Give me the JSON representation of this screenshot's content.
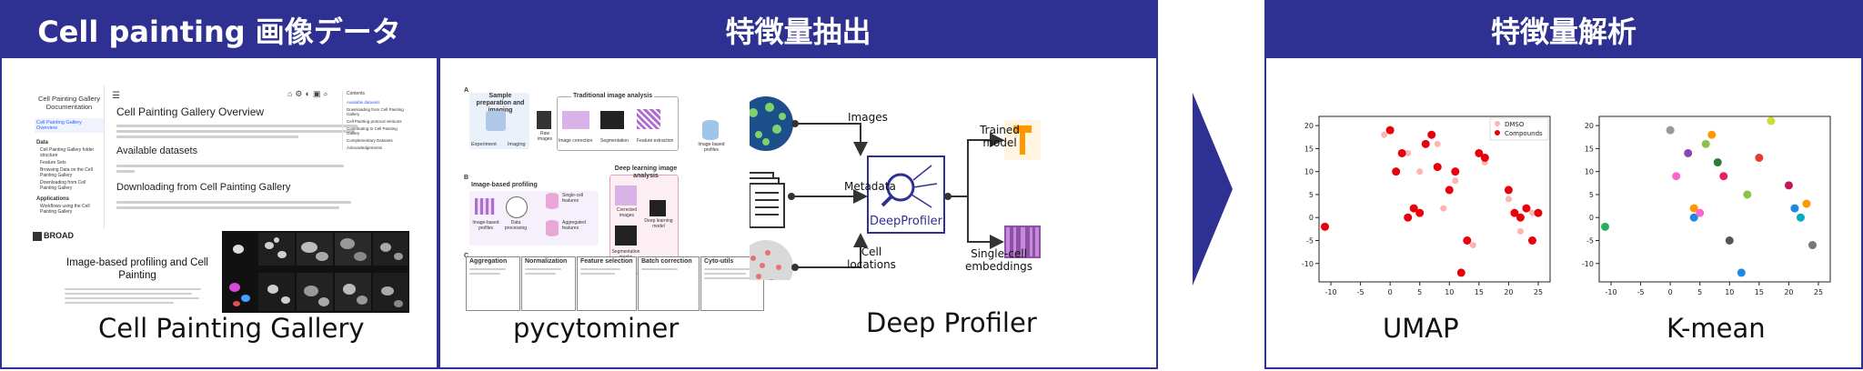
{
  "panel1": {
    "header": "Cell painting 画像データ",
    "caption": "Cell Painting Gallery",
    "doc": {
      "sidebar_title": "Cell Painting Gallery Documentation",
      "sidebar_active": "Cell Painting Gallery Overview",
      "sidebar_section1": "Data",
      "sidebar_items": [
        "Cell Painting Gallery folder structure",
        "Feature Sets",
        "Browsing Data on the Cell Painting Gallery",
        "Downloading from Cell Painting Gallery"
      ],
      "sidebar_section2": "Applications",
      "sidebar_items2": [
        "Workflows using the Cell Painting Gallery"
      ],
      "title": "Cell Painting Gallery Overview",
      "h2a": "Available datasets",
      "h2b": "Downloading from Cell Painting Gallery",
      "toc_label": "Contents",
      "toc_items": [
        "Available datasets",
        "Downloading from Cell Painting Gallery",
        "Cell Painting protocol versions",
        "Contributing to Cell Painting Gallery",
        "Complementary Datasets",
        "Acknowledgements"
      ]
    },
    "poster": {
      "logo": "BROAD",
      "title": "Image-based profiling and Cell Painting"
    }
  },
  "panel2": {
    "header": "特徴量抽出",
    "caption_left": "pycytominer",
    "caption_right": "Deep Profiler",
    "fig": {
      "labelA": "A",
      "labelB": "B",
      "labelC": "C",
      "sample_prep": "Sample preparation and imaging",
      "traditional": "Traditional image analysis",
      "experiment": "Experiment",
      "imaging": "Imaging",
      "raw_images": "Raw images",
      "image_correction": "Image correction",
      "segmentation": "Segmentation",
      "feature_extraction": "Feature extraction",
      "image_based_profiles": "Image-based profiles",
      "deep_learning": "Deep learning image analysis",
      "corrected_images": "Corrected images",
      "segmentation_masks": "Segmentation masks",
      "deep_model": "Deep learning model",
      "ibp_title": "Image-based profiling",
      "single_cell_features": "Single-cell features",
      "aggregated_features": "Aggregated features",
      "image_based_profiles2": "Image-based profiles",
      "data_processing": "Data processing",
      "boxes": [
        "Aggregation",
        "Normalization",
        "Feature selection",
        "Batch correction",
        "Cyto-utils"
      ]
    },
    "dp": {
      "images": "Images",
      "metadata": "Metadata",
      "cell_locations": "Cell locations",
      "logo": "DeepProfiler",
      "trained_model": "Trained model",
      "embeddings": "Single-cell embeddings"
    }
  },
  "panel3": {
    "header": "特徴量解析",
    "caption_left": "UMAP",
    "caption_right": "K-mean",
    "legend": [
      "DMSO",
      "Compounds"
    ],
    "x_ticks": [
      "-10",
      "-5",
      "0",
      "5",
      "10",
      "15",
      "20",
      "25"
    ],
    "y_ticks": [
      "-10",
      "-5",
      "0",
      "5",
      "10",
      "15",
      "20"
    ]
  },
  "colors": {
    "header_bg": "#2e3192",
    "dmso": "#ffb3b3",
    "compounds": "#e8000b"
  },
  "chart_data": [
    {
      "type": "scatter",
      "xlim": [
        -12,
        27
      ],
      "ylim": [
        -14,
        22
      ],
      "legend": "top-right",
      "series": [
        {
          "name": "DMSO",
          "x": [
            -1,
            3,
            5,
            8,
            9,
            11,
            14,
            16,
            20,
            22,
            24
          ],
          "y": [
            18,
            14,
            10,
            16,
            2,
            8,
            -6,
            12,
            4,
            -3,
            1
          ]
        },
        {
          "name": "Compounds",
          "x": [
            0,
            1,
            2,
            3,
            4,
            5,
            6,
            7,
            8,
            10,
            11,
            12,
            13,
            15,
            16,
            20,
            21,
            22,
            23,
            24,
            25,
            -11
          ],
          "y": [
            19,
            10,
            14,
            0,
            2,
            1,
            16,
            18,
            11,
            6,
            10,
            -12,
            -5,
            14,
            13,
            6,
            1,
            0,
            2,
            -5,
            1,
            -2
          ]
        }
      ]
    },
    {
      "type": "scatter",
      "xlim": [
        -12,
        27
      ],
      "ylim": [
        -14,
        22
      ],
      "series": [
        {
          "name": "",
          "x": [
            -11,
            0,
            1,
            3,
            4,
            4,
            5,
            6,
            7,
            8,
            9,
            10,
            12,
            13,
            15,
            17,
            20,
            21,
            22,
            23,
            24
          ],
          "y": [
            -2,
            19,
            9,
            14,
            2,
            0,
            1,
            16,
            18,
            12,
            9,
            -5,
            -12,
            5,
            13,
            21,
            7,
            2,
            0,
            3,
            -6
          ]
        }
      ]
    }
  ]
}
